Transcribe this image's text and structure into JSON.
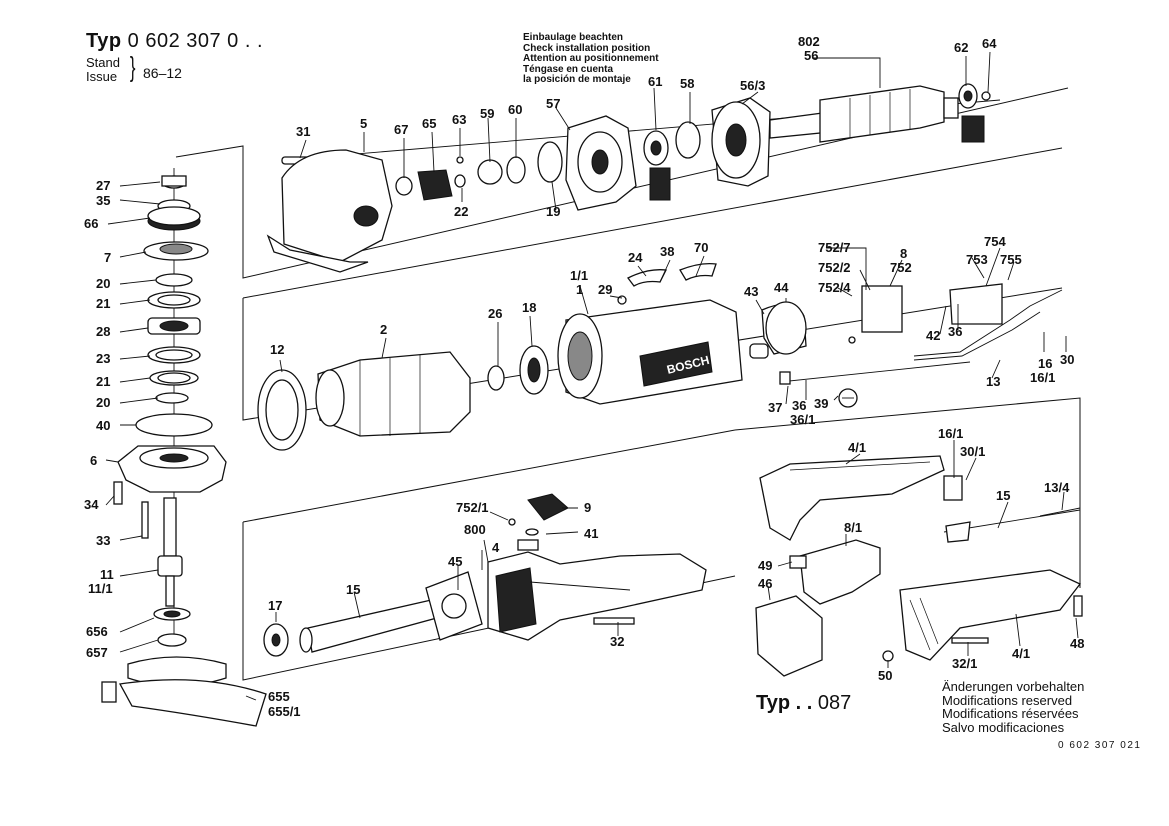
{
  "header": {
    "typ_prefix": "Typ",
    "typ_number": "0 602 307 0 . .",
    "stand_label": "Stand",
    "issue_label": "Issue",
    "revision": "86–12"
  },
  "install_note": [
    "Einbaulage beachten",
    "Check installation position",
    "Attention au positionnement",
    "Téngase en cuenta",
    "la posición de montaje"
  ],
  "variant": {
    "prefix": "Typ . .",
    "number": "087"
  },
  "modifications_note": [
    "Änderungen vorbehalten",
    "Modifications reserved",
    "Modifications réservées",
    "Salvo modificaciones"
  ],
  "drawing_number": "0  602  307  021",
  "brand_marking": "BOSCH",
  "part_labels": {
    "p27": "27",
    "p35": "35",
    "p66": "66",
    "p7": "7",
    "p20a": "20",
    "p21a": "21",
    "p28": "28",
    "p23": "23",
    "p21b": "21",
    "p20b": "20",
    "p40": "40",
    "p6": "6",
    "p34": "34",
    "p33": "33",
    "p11": "11",
    "p11_1": "11/1",
    "p656": "656",
    "p657": "657",
    "p655": "655",
    "p655_1": "655/1",
    "p31": "31",
    "p5": "5",
    "p67": "67",
    "p65": "65",
    "p63": "63",
    "p59": "59",
    "p60": "60",
    "p57": "57",
    "p22": "22",
    "p19": "19",
    "p61": "61",
    "p58": "58",
    "p56_3": "56/3",
    "p802": "802",
    "p56": "56",
    "p62": "62",
    "p64": "64",
    "p12": "12",
    "p2": "2",
    "p26": "26",
    "p18": "18",
    "p1_1": "1/1",
    "p1": "1",
    "p29": "29",
    "p24": "24",
    "p38": "38",
    "p70": "70",
    "p43": "43",
    "p44": "44",
    "p752_7": "752/7",
    "p8": "8",
    "p752_2": "752/2",
    "p752": "752",
    "p752_4": "752/4",
    "p754": "754",
    "p753": "753",
    "p755": "755",
    "p42": "42",
    "p36a": "36",
    "p16a": "16",
    "p30a": "30",
    "p16_1a": "16/1",
    "p13": "13",
    "p37": "37",
    "p36b": "36",
    "p36_1": "36/1",
    "p39": "39",
    "p17": "17",
    "p15a": "15",
    "p45": "45",
    "p800": "800",
    "p4": "4",
    "p752_1": "752/1",
    "p9": "9",
    "p41": "41",
    "p32": "32",
    "p4_1a": "4/1",
    "p16_1b": "16/1",
    "p30_1": "30/1",
    "p15b": "15",
    "p13_4": "13/4",
    "p8_1": "8/1",
    "p49": "49",
    "p46": "46",
    "p50": "50",
    "p32_1": "32/1",
    "p4_1b": "4/1",
    "p48": "48"
  }
}
